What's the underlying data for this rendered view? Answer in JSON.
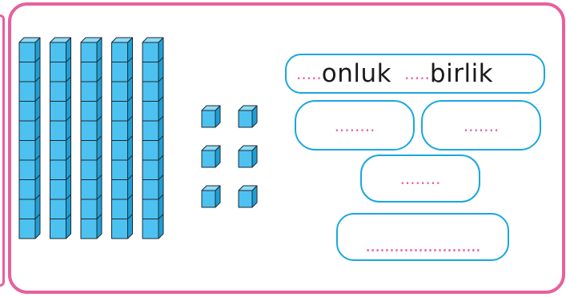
{
  "colors": {
    "frame": "#e8609e",
    "pill_border": "#1aa7de",
    "block_face": "#4dc2f0",
    "block_top": "#8fdaf7",
    "block_side": "#1d9fd6",
    "block_edge": "#1f2a30",
    "dots": "#e8609e"
  },
  "tens_rods": 5,
  "ones_cubes": 6,
  "label_row": {
    "dots_onluk": ".....",
    "onluk": "onluk",
    "dots_birlik": ".....",
    "birlik": "birlik"
  },
  "answer_boxes": {
    "box1": "........",
    "box2": ".......",
    "box3": "........",
    "box4": "........................"
  }
}
